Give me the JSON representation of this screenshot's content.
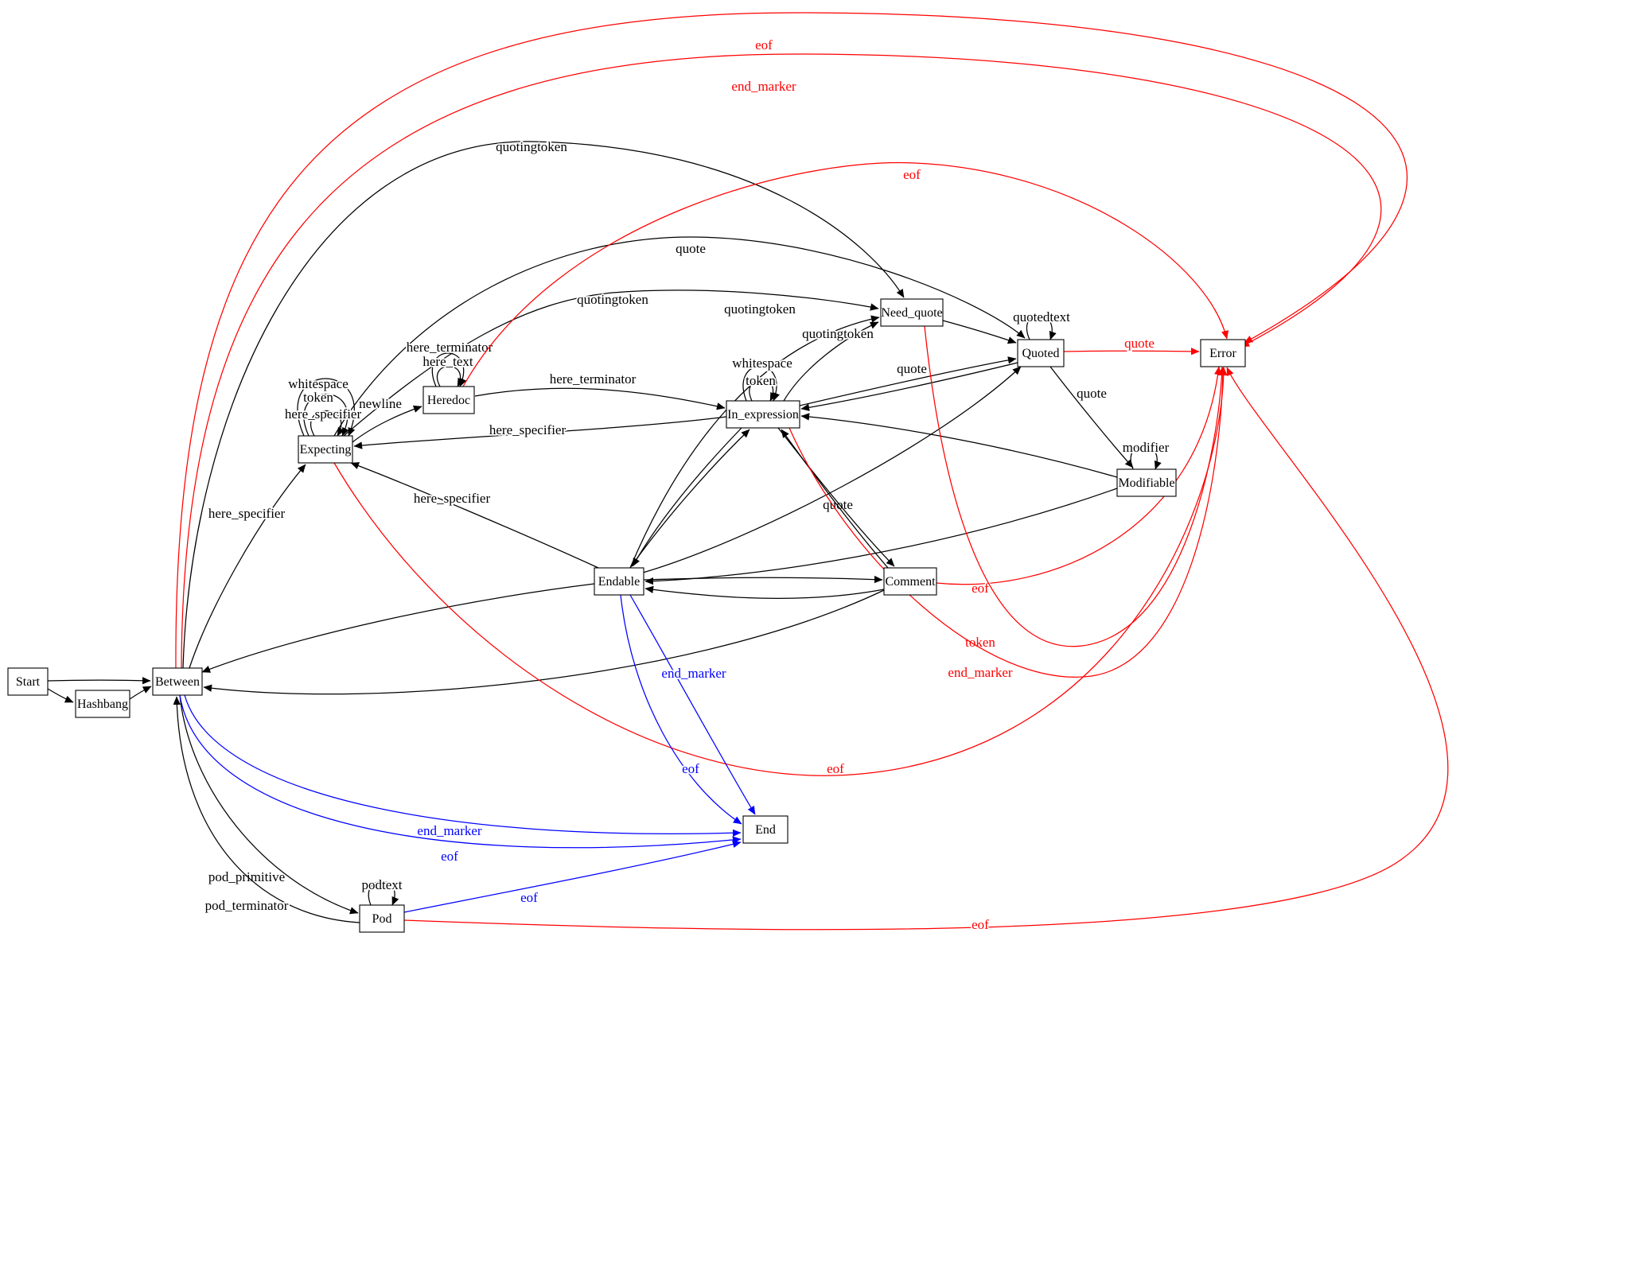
{
  "diagram": {
    "type": "state-machine-graph",
    "edge_colors": {
      "black": "#000000",
      "red": "#ff0000",
      "blue": "#0000ff"
    },
    "node_style": {
      "fill": "#ffffff",
      "border": "#000000"
    },
    "nodes": [
      {
        "id": "Start",
        "label": "Start"
      },
      {
        "id": "Hashbang",
        "label": "Hashbang"
      },
      {
        "id": "Between",
        "label": "Between"
      },
      {
        "id": "Expecting",
        "label": "Expecting"
      },
      {
        "id": "Heredoc",
        "label": "Heredoc"
      },
      {
        "id": "In_expression",
        "label": "In_expression"
      },
      {
        "id": "Need_quote",
        "label": "Need_quote"
      },
      {
        "id": "Quoted",
        "label": "Quoted"
      },
      {
        "id": "Error",
        "label": "Error"
      },
      {
        "id": "Modifiable",
        "label": "Modifiable"
      },
      {
        "id": "Endable",
        "label": "Endable"
      },
      {
        "id": "Comment",
        "label": "Comment"
      },
      {
        "id": "End",
        "label": "End"
      },
      {
        "id": "Pod",
        "label": "Pod"
      }
    ],
    "edges": [
      {
        "from": "Start",
        "to": "Hashbang",
        "label": "",
        "color": "black"
      },
      {
        "from": "Start",
        "to": "Between",
        "label": "",
        "color": "black"
      },
      {
        "from": "Hashbang",
        "to": "Between",
        "label": "",
        "color": "black"
      },
      {
        "from": "Between",
        "to": "Expecting",
        "label": "here_specifier",
        "color": "black"
      },
      {
        "from": "Between",
        "to": "Need_quote",
        "label": "quotingtoken",
        "color": "black"
      },
      {
        "from": "Expecting",
        "to": "Quoted",
        "label": "quote",
        "color": "black"
      },
      {
        "from": "Expecting",
        "to": "Need_quote",
        "label": "quotingtoken",
        "color": "black"
      },
      {
        "from": "Endable",
        "to": "Need_quote",
        "label": "quotingtoken",
        "color": "black"
      },
      {
        "from": "In_expression",
        "to": "Need_quote",
        "label": "quotingtoken",
        "color": "black"
      },
      {
        "from": "Expecting",
        "to": "Expecting",
        "label": "whitespace",
        "color": "black"
      },
      {
        "from": "Expecting",
        "to": "Expecting",
        "label": "token",
        "color": "black"
      },
      {
        "from": "Expecting",
        "to": "Expecting",
        "label": "here_specifier",
        "color": "black"
      },
      {
        "from": "Expecting",
        "to": "Heredoc",
        "label": "newline",
        "color": "black"
      },
      {
        "from": "Heredoc",
        "to": "Heredoc",
        "label": "here_terminator",
        "color": "black"
      },
      {
        "from": "Heredoc",
        "to": "Heredoc",
        "label": "here_text",
        "color": "black"
      },
      {
        "from": "Heredoc",
        "to": "In_expression",
        "label": "here_terminator",
        "color": "black"
      },
      {
        "from": "In_expression",
        "to": "In_expression",
        "label": "whitespace",
        "color": "black"
      },
      {
        "from": "In_expression",
        "to": "In_expression",
        "label": "token",
        "color": "black"
      },
      {
        "from": "In_expression",
        "to": "Expecting",
        "label": "here_specifier",
        "color": "black"
      },
      {
        "from": "Endable",
        "to": "Expecting",
        "label": "here_specifier",
        "color": "black"
      },
      {
        "from": "In_expression",
        "to": "Quoted",
        "label": "quote",
        "color": "black"
      },
      {
        "from": "Endable",
        "to": "Quoted",
        "label": "quote",
        "color": "black"
      },
      {
        "from": "Quoted",
        "to": "Modifiable",
        "label": "quote",
        "color": "black"
      },
      {
        "from": "Quoted",
        "to": "Quoted",
        "label": "quotedtext",
        "color": "black"
      },
      {
        "from": "Modifiable",
        "to": "Modifiable",
        "label": "modifier",
        "color": "black"
      },
      {
        "from": "Need_quote",
        "to": "Quoted",
        "label": "",
        "color": "black"
      },
      {
        "from": "Endable",
        "to": "Comment",
        "label": "",
        "color": "black"
      },
      {
        "from": "In_expression",
        "to": "Comment",
        "label": "",
        "color": "black"
      },
      {
        "from": "Comment",
        "to": "In_expression",
        "label": "",
        "color": "black"
      },
      {
        "from": "Comment",
        "to": "Between",
        "label": "",
        "color": "black"
      },
      {
        "from": "Modifiable",
        "to": "In_expression",
        "label": "",
        "color": "black"
      },
      {
        "from": "Modifiable",
        "to": "Endable",
        "label": "",
        "color": "black"
      },
      {
        "from": "Endable",
        "to": "Between",
        "label": "",
        "color": "black"
      },
      {
        "from": "Quoted",
        "to": "In_expression",
        "label": "",
        "color": "black"
      },
      {
        "from": "In_expression",
        "to": "Endable",
        "label": "",
        "color": "black"
      },
      {
        "from": "Endable",
        "to": "In_expression",
        "label": "",
        "color": "black"
      },
      {
        "from": "Comment",
        "to": "Endable",
        "label": "",
        "color": "black"
      },
      {
        "from": "Between",
        "to": "Pod",
        "label": "pod_primitive",
        "color": "black"
      },
      {
        "from": "Pod",
        "to": "Between",
        "label": "pod_terminator",
        "color": "black"
      },
      {
        "from": "Pod",
        "to": "Pod",
        "label": "podtext",
        "color": "black"
      },
      {
        "from": "Between",
        "to": "Error",
        "label": "eof",
        "color": "red"
      },
      {
        "from": "Between",
        "to": "Error",
        "label": "end_marker",
        "color": "red"
      },
      {
        "from": "Heredoc",
        "to": "Error",
        "label": "eof",
        "color": "red"
      },
      {
        "from": "Quoted",
        "to": "Error",
        "label": "quote",
        "color": "red"
      },
      {
        "from": "Comment",
        "to": "Error",
        "label": "eof",
        "color": "red"
      },
      {
        "from": "Need_quote",
        "to": "Error",
        "label": "token",
        "color": "red"
      },
      {
        "from": "In_expression",
        "to": "Error",
        "label": "end_marker",
        "color": "red"
      },
      {
        "from": "Expecting",
        "to": "Error",
        "label": "eof",
        "color": "red"
      },
      {
        "from": "Pod",
        "to": "Error",
        "label": "eof",
        "color": "red"
      },
      {
        "from": "Endable",
        "to": "End",
        "label": "end_marker",
        "color": "blue"
      },
      {
        "from": "Endable",
        "to": "End",
        "label": "eof",
        "color": "blue"
      },
      {
        "from": "Between",
        "to": "End",
        "label": "end_marker",
        "color": "blue"
      },
      {
        "from": "Between",
        "to": "End",
        "label": "eof",
        "color": "blue"
      },
      {
        "from": "Pod",
        "to": "End",
        "label": "eof",
        "color": "blue"
      }
    ]
  }
}
